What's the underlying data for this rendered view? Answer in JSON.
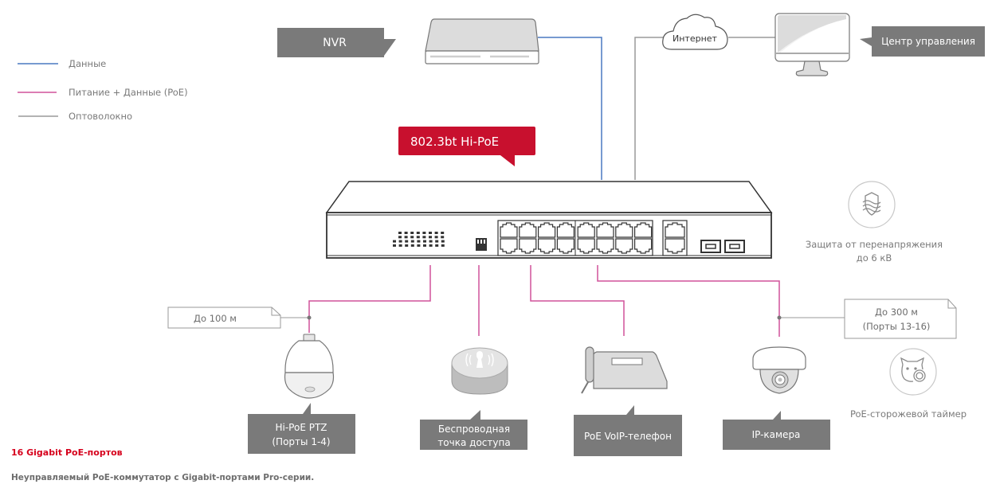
{
  "colors": {
    "data_line": "#4a78c0",
    "poe_line": "#d0529a",
    "fiber_line": "#9a9a9a",
    "callout_bg": "#7a7a7a",
    "accent_red": "#c8102e",
    "device_fill": "#dcdcdc",
    "device_stroke": "#666666"
  },
  "legend": {
    "items": [
      {
        "label": "Данные",
        "type": "data"
      },
      {
        "label": "Питание + Данные (PoE)",
        "type": "poe"
      },
      {
        "label": "Оптоволокно",
        "type": "fiber"
      }
    ]
  },
  "top": {
    "nvr_label": "NVR",
    "internet_label": "Интернет",
    "control_center_label": "Центр управления"
  },
  "switch": {
    "badge": "802.3bt Hi-PoE",
    "poe_ports": 16,
    "uplink_ports": 2,
    "sfp_ports": 2
  },
  "features": {
    "surge": {
      "line1": "Защита от перенапряжения",
      "line2": "до 6 кВ",
      "icon": "shield-wave-icon"
    },
    "watchdog": {
      "label": "PoE-сторожевой таймер",
      "icon": "watchdog-dog-icon"
    }
  },
  "distance_notes": {
    "left": {
      "line1": "До 100 м"
    },
    "right": {
      "line1": "До 300 м",
      "line2": "(Порты 13-16)"
    }
  },
  "devices": [
    {
      "id": "ptz",
      "line1": "Hi-PoE PTZ",
      "line2": "(Порты 1-4)",
      "icon": "ptz-camera-icon"
    },
    {
      "id": "ap",
      "line1": "Беспроводная",
      "line2": "точка доступа",
      "icon": "access-point-icon"
    },
    {
      "id": "phone",
      "line1": "PoE VoIP-телефон",
      "icon": "voip-phone-icon"
    },
    {
      "id": "ipcam",
      "line1": "IP-камера",
      "icon": "dome-camera-icon"
    }
  ],
  "footer": {
    "title": "16 Gigabit PoE-портов",
    "description": "Неуправляемый PoE-коммутатор с Gigabit-портами Pro-серии."
  }
}
